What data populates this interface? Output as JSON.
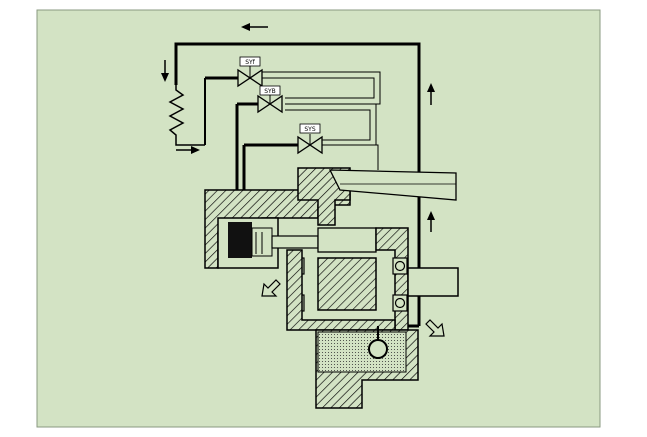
{
  "diagram": {
    "background": "#d3e3c4",
    "line_color": "#000000",
    "valves": [
      {
        "label": "SYf"
      },
      {
        "label": "SYB"
      },
      {
        "label": "SYS"
      }
    ]
  }
}
